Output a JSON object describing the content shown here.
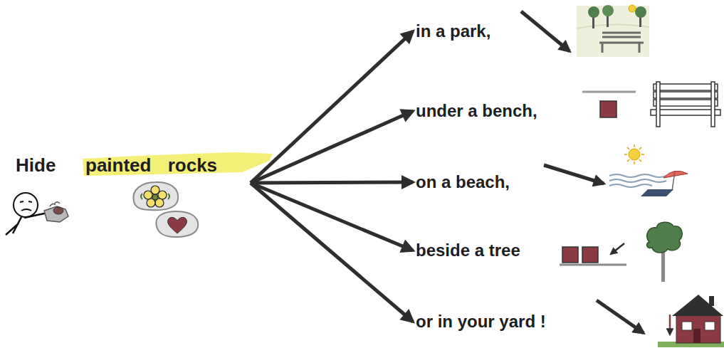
{
  "diagram": {
    "nodes": [
      {
        "text": [
          "Hide",
          "painted rocks"
        ]
      },
      {
        "text": [
          "in a park,"
        ]
      },
      {
        "text": [
          "under a bench,"
        ]
      },
      {
        "text": [
          "on a beach,"
        ]
      },
      {
        "text": [
          "beside a tree"
        ]
      },
      {
        "text": [
          "or in your yard !"
        ]
      }
    ],
    "edges": [
      {
        "from": 0,
        "to": 1,
        "arrow": "to"
      },
      {
        "from": 0,
        "to": 2,
        "arrow": "to"
      },
      {
        "from": 0,
        "to": 3,
        "arrow": "to"
      },
      {
        "from": 0,
        "to": 4,
        "arrow": "to"
      },
      {
        "from": 0,
        "to": 5,
        "arrow": "to"
      }
    ]
  }
}
